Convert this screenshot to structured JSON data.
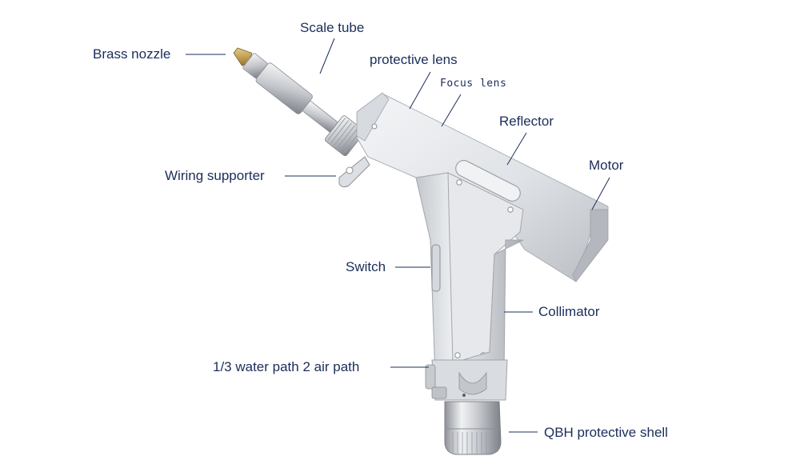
{
  "diagram": {
    "colors": {
      "label_text": "#1b2d5a",
      "leader_line": "#1b2d5a",
      "body_light": "#e9ebee",
      "body_mid": "#c9ccd1",
      "body_dark": "#9a9ea5",
      "brass": "#c8a55a",
      "background": "#ffffff"
    },
    "labels": {
      "brass_nozzle": "Brass nozzle",
      "scale_tube": "Scale tube",
      "protective_lens": "protective lens",
      "focus_lens": "Focus lens",
      "reflector": "Reflector",
      "motor": "Motor",
      "wiring_supporter": "Wiring supporter",
      "switch": "Switch",
      "collimator": "Collimator",
      "water_air_path": "1/3 water path  2 air path",
      "qbh_shell": "QBH protective shell"
    }
  }
}
